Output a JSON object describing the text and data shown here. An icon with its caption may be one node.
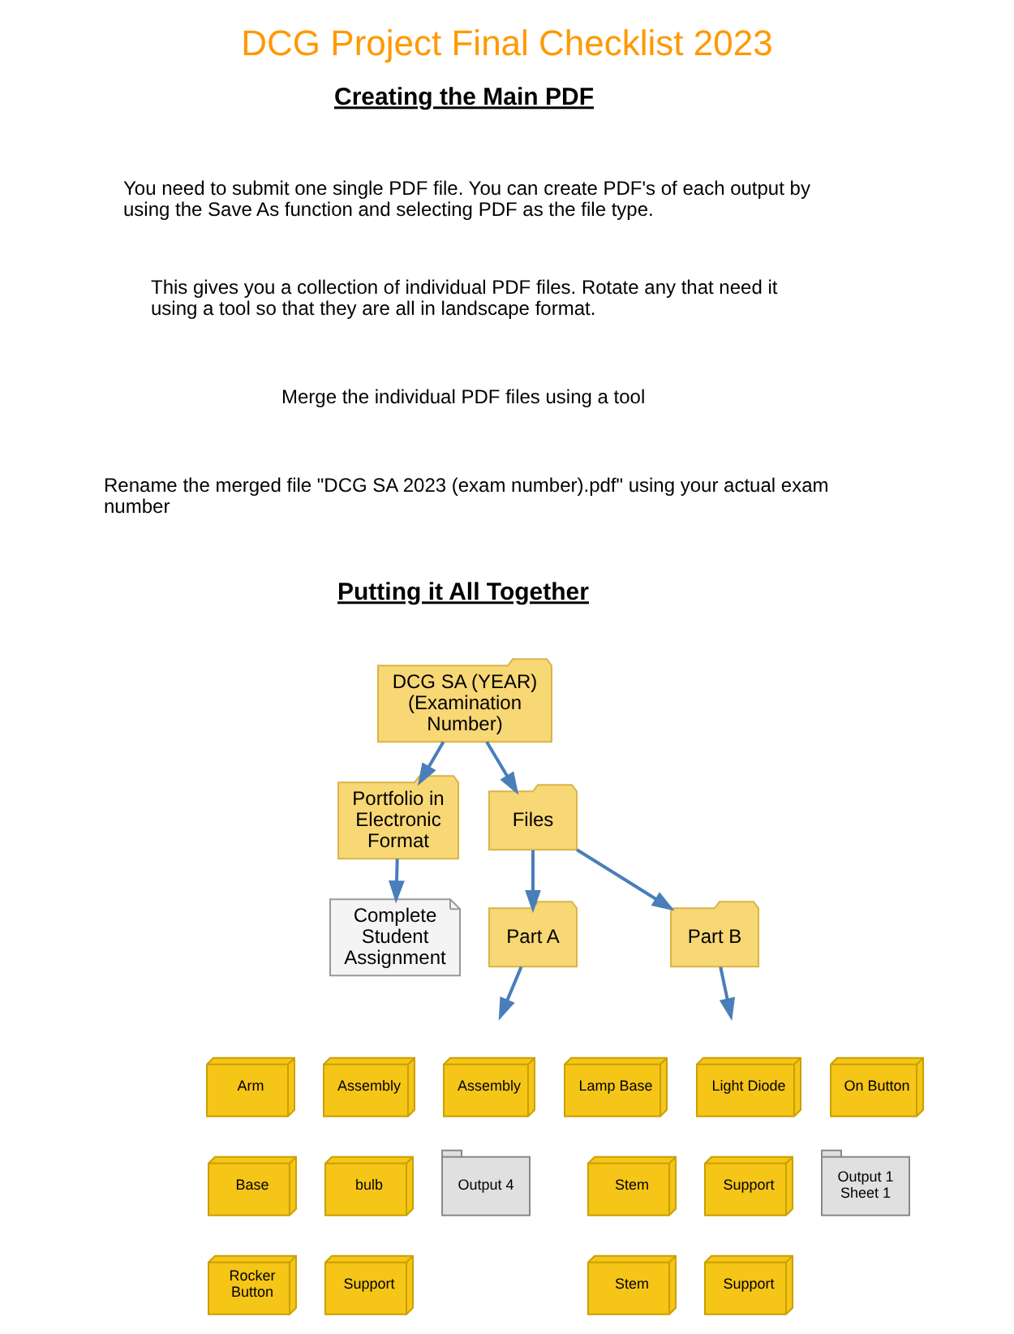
{
  "diagram": {
    "title": "DCG Project Final Checklist 2023",
    "nodes": [
      {
        "text": [
          "DCG SA (YEAR) (Examination Number)"
        ]
      },
      {
        "text": [
          "Portfolio in Electronic Format"
        ]
      },
      {
        "text": [
          "Files"
        ]
      },
      {
        "text": [
          "Complete Student Assignment"
        ]
      },
      {
        "text": [
          "Part A"
        ]
      },
      {
        "text": [
          "Part B"
        ]
      },
      {
        "text": [
          "Arm"
        ]
      },
      {
        "text": [
          "Assembly"
        ]
      },
      {
        "text": [
          "Assembly"
        ]
      },
      {
        "text": [
          "Base"
        ]
      },
      {
        "text": [
          "bulb"
        ]
      },
      {
        "text": [
          "Output 4"
        ]
      },
      {
        "text": [
          "Rocker Button"
        ]
      },
      {
        "text": [
          "Support"
        ]
      },
      {
        "text": [
          "Lamp Base"
        ]
      },
      {
        "text": [
          "Light Diode"
        ]
      },
      {
        "text": [
          "On Button"
        ]
      },
      {
        "text": [
          "Stem"
        ]
      },
      {
        "text": [
          "Support"
        ]
      },
      {
        "text": [
          "Output 1 Sheet 1"
        ]
      },
      {
        "text": [
          "Stem"
        ]
      },
      {
        "text": [
          "Support"
        ]
      }
    ],
    "edges": [
      {
        "from": 0,
        "to": 1,
        "arrow": "to"
      },
      {
        "from": 0,
        "to": 2,
        "arrow": "to"
      },
      {
        "from": 1,
        "to": 3,
        "arrow": "to"
      },
      {
        "from": 2,
        "to": 4,
        "arrow": "to"
      },
      {
        "from": 2,
        "to": 5,
        "arrow": "to"
      },
      {
        "from": 4,
        "to": null,
        "arrow": "to"
      },
      {
        "from": 5,
        "to": null,
        "arrow": "to"
      }
    ],
    "labels": [
      "Creating the Main PDF",
      "You need to submit one single PDF file. You can create PDF's of each output by using the Save As function and selecting PDF as the file type.",
      "This gives you a collection of individual PDF files. Rotate any that need it using a tool so that they are all in landscape format.",
      "Merge the individual PDF files using a tool",
      "Rename the merged file \"DCG SA 2023 (exam number).pdf\" using your actual exam number",
      "Putting it All Together"
    ]
  }
}
